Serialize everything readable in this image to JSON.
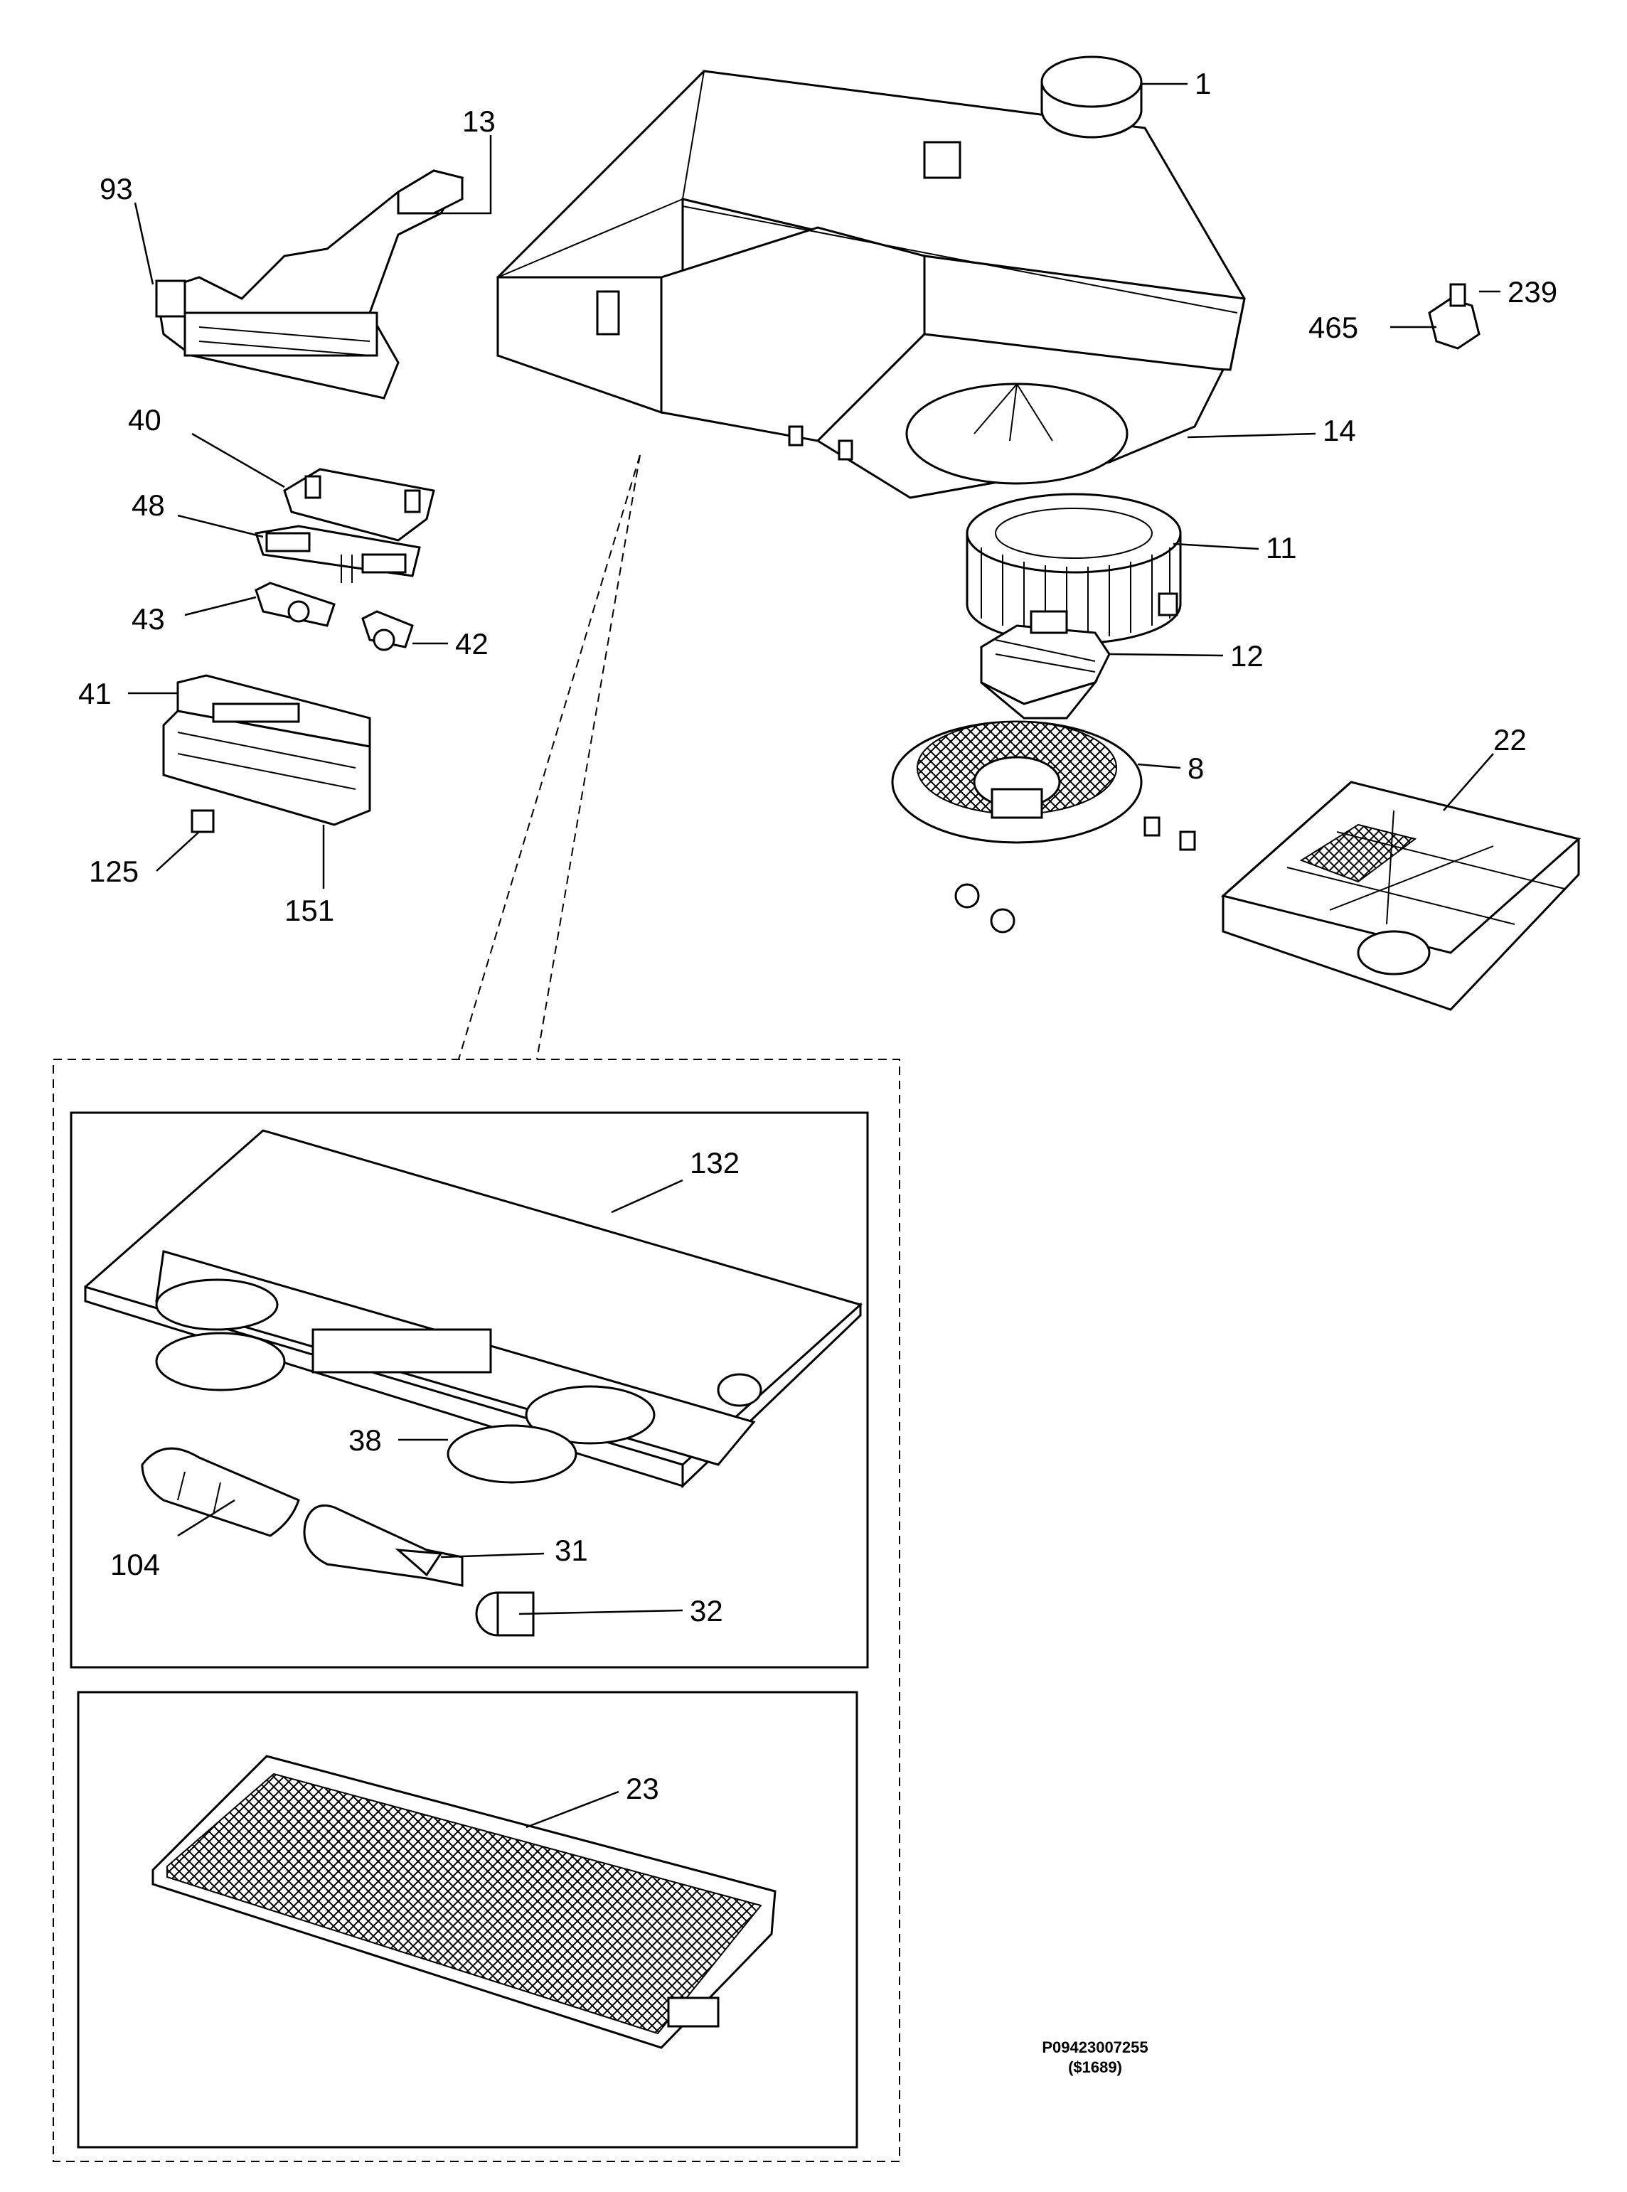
{
  "callouts": {
    "c1": "1",
    "c13": "13",
    "c93": "93",
    "c239": "239",
    "c465": "465",
    "c40": "40",
    "c14": "14",
    "c48": "48",
    "c11": "11",
    "c43": "43",
    "c42": "42",
    "c12": "12",
    "c41": "41",
    "c22": "22",
    "c8": "8",
    "c125": "125",
    "c151": "151",
    "c132": "132",
    "c38": "38",
    "c31": "31",
    "c104": "104",
    "c32": "32",
    "c23": "23"
  },
  "reference": {
    "code": "P09423007255",
    "price_code": "($1689)"
  }
}
